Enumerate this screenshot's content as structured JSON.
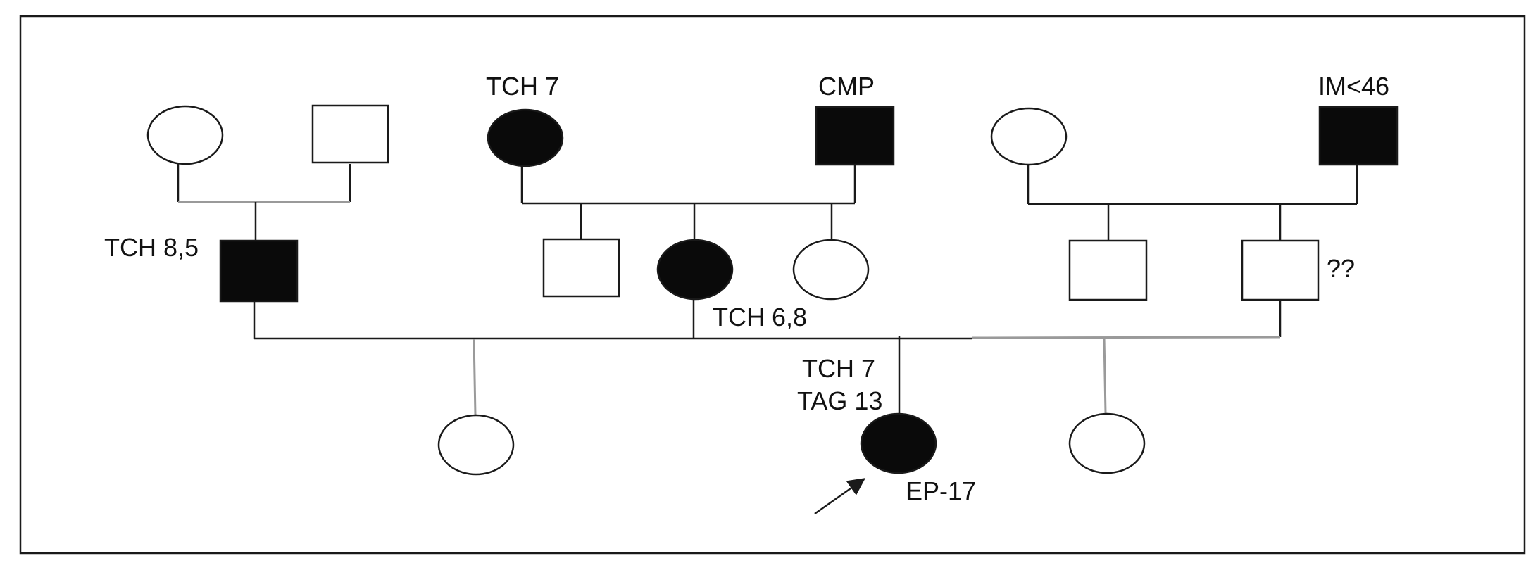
{
  "colors": {
    "background": "#ffffff",
    "frame": "#1a1a1a",
    "line": "#1a1a1a",
    "line_light": "#9a9a9a",
    "affected_fill": "#0a0a0a",
    "unaffected_fill": "#ffffff",
    "stroke": "#1a1a1a"
  },
  "pedigree": {
    "individuals": [
      {
        "id": "g1-grandmother-paternal",
        "sex": "female",
        "affected": false,
        "label": ""
      },
      {
        "id": "g1-grandfather-paternal",
        "sex": "male",
        "affected": false,
        "label": ""
      },
      {
        "id": "g1-grandmother-maternal",
        "sex": "female",
        "affected": true,
        "label": "TCH 7"
      },
      {
        "id": "g1-grandfather-maternal",
        "sex": "male",
        "affected": true,
        "label": "CMP"
      },
      {
        "id": "g1-grandmother-right",
        "sex": "female",
        "affected": false,
        "label": ""
      },
      {
        "id": "g1-grandfather-right",
        "sex": "male",
        "affected": true,
        "label": "IM<46"
      },
      {
        "id": "g2-father",
        "sex": "male",
        "affected": true,
        "label": "TCH 8,5"
      },
      {
        "id": "g2-uncle-maternal",
        "sex": "male",
        "affected": false,
        "label": ""
      },
      {
        "id": "g2-mother",
        "sex": "female",
        "affected": true,
        "label": "TCH 6,8"
      },
      {
        "id": "g2-aunt-maternal",
        "sex": "female",
        "affected": false,
        "label": ""
      },
      {
        "id": "g2-uncle-right",
        "sex": "male",
        "affected": false,
        "label": ""
      },
      {
        "id": "g2-male-unknown",
        "sex": "male",
        "affected": false,
        "label": "??"
      },
      {
        "id": "g3-sister-left",
        "sex": "female",
        "affected": false,
        "label": ""
      },
      {
        "id": "g3-proband",
        "sex": "female",
        "affected": true,
        "label": "TCH 7",
        "label2": "TAG 13",
        "label3": "EP-17",
        "proband": true
      },
      {
        "id": "g3-sister-right",
        "sex": "female",
        "affected": false,
        "label": ""
      }
    ]
  }
}
